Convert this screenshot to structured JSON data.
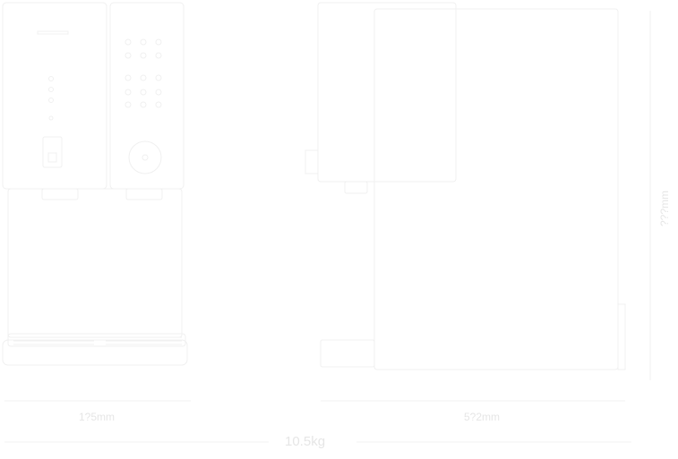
{
  "dimensions": {
    "front_width": "1?5mm",
    "side_depth": "5?2mm",
    "height": "???mm",
    "weight": "10.5kg"
  },
  "colors": {
    "background": "#ffffff",
    "outline": "#f0f0f0",
    "label": "#e6e6e6"
  }
}
